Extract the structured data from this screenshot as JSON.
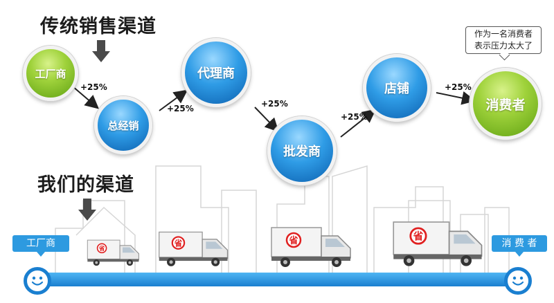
{
  "titles": {
    "traditional": "传统销售渠道",
    "ours": "我们的渠道"
  },
  "nodes": {
    "factory": "工厂商",
    "distributor": "总经销",
    "agent": "代理商",
    "wholesaler": "批发商",
    "store": "店铺",
    "consumer": "消费者"
  },
  "markups": [
    "+25%",
    "+25%",
    "+25%",
    "+25%",
    "+25%"
  ],
  "bubble": {
    "line1": "作为一名消费者",
    "line2": "表示压力太大了"
  },
  "bottom": {
    "factory_tag": "工厂商",
    "consumer_tag": "消 费 者",
    "truck_label": "省"
  },
  "colors": {
    "blue_ball": "#2f9ce6",
    "green_ball": "#9fd23b",
    "road": "#1a7fd0",
    "truck_badge": "#e02020"
  },
  "icons": [
    "down-arrow-icon",
    "flow-arrow-icon",
    "truck-icon",
    "smiley-icon"
  ]
}
